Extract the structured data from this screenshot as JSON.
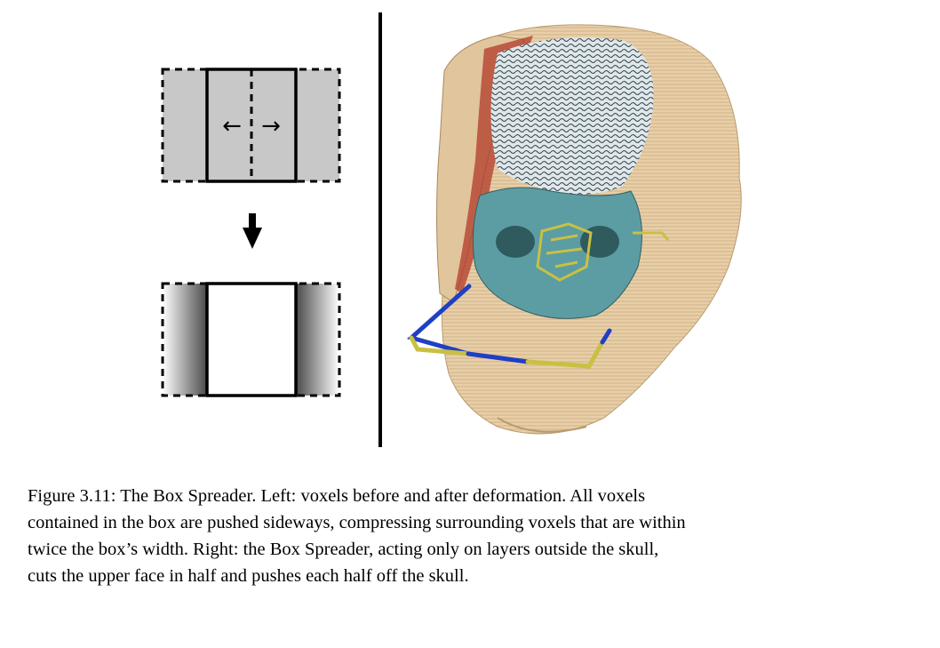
{
  "caption": {
    "lines": [
      "Figure 3.11: The Box Spreader.  Left: voxels before and after deformation.  All voxels",
      "contained in the box are pushed sideways, compressing surrounding voxels that are within",
      "twice the box’s width. Right: the Box Spreader, acting only on layers outside the skull,",
      "cuts the upper face in half and pushes each half off the skull."
    ]
  },
  "diagram": {
    "arrow_symbols": [
      "←",
      "→"
    ]
  },
  "colors": {
    "box_gray": "#c8c8c8",
    "skin": "#e6cda6",
    "skull": "#5b9da3",
    "brain": "#d3dde0",
    "tool_yellow": "#c9c043",
    "tool_blue": "#1f3fc4",
    "muscle_red": "#b23a2a"
  }
}
